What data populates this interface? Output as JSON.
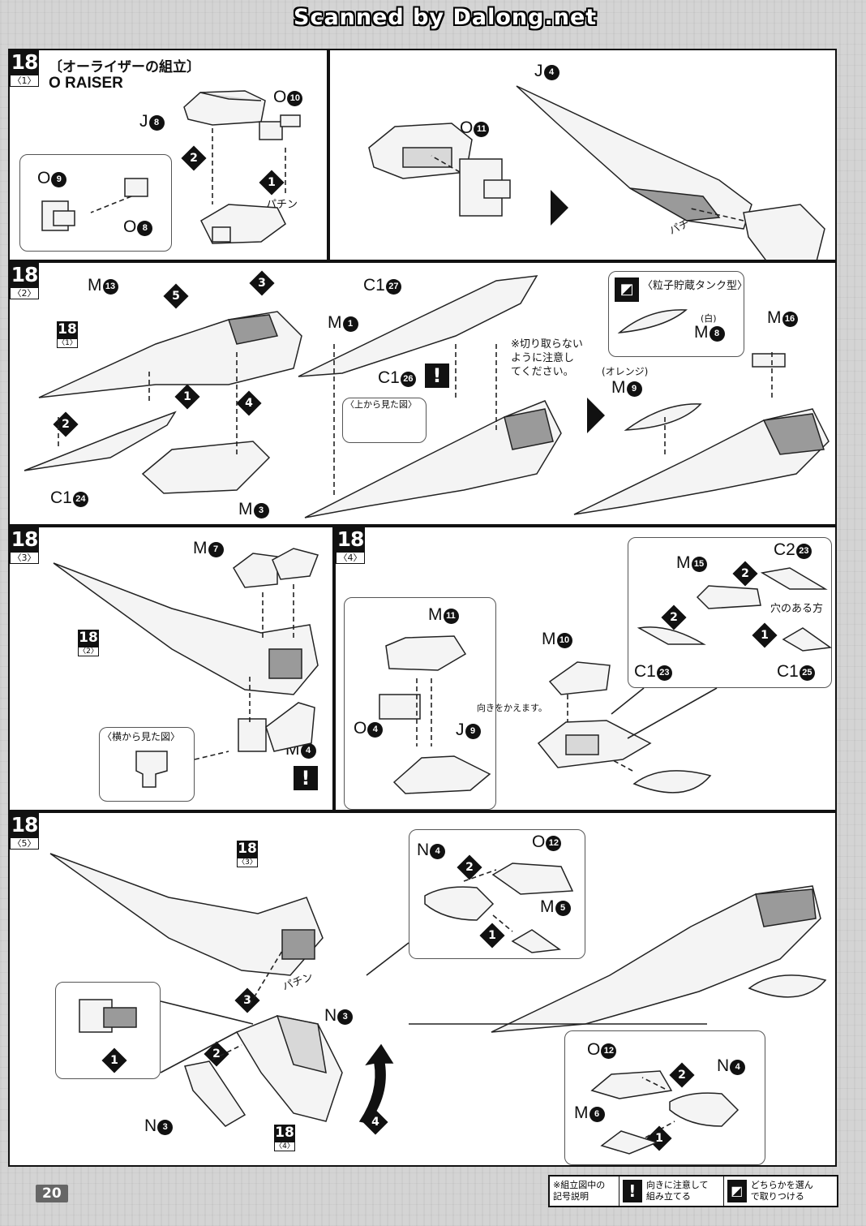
{
  "watermark": "Scanned by Dalong.net",
  "page_number": "20",
  "step1": {
    "step_num": "18",
    "sub_num": "〈1〉",
    "title_jp": "〔オーライザーの組立〕",
    "title_en": "O RAISER",
    "labels": [
      "J",
      "O",
      "O",
      "O",
      "O"
    ],
    "label_nums": [
      "8",
      "10",
      "9",
      "8",
      "11"
    ],
    "sub_labels": [
      "J",
      "4"
    ],
    "sound": "パチン",
    "sound2": "パチ"
  },
  "step2": {
    "step_num": "18",
    "sub_num": "〈2〉",
    "ref": {
      "num": "18",
      "sub": "〈1〉"
    },
    "labels": {
      "m13": "M",
      "m13n": "13",
      "c124": "C1",
      "c124n": "24",
      "m3": "M",
      "m3n": "3",
      "c127": "C1",
      "c127n": "27",
      "m1": "M",
      "m1n": "1",
      "c126": "C1",
      "c126n": "26",
      "m8": "M",
      "m8n": "8",
      "m9": "M",
      "m9n": "9",
      "m16": "M",
      "m16n": "16"
    },
    "note_cut": "※切り取らない\nように注意し\nてください。",
    "inset_top_view": "〈上から見た図〉",
    "tank_type": "〈粒子貯蔵タンク型〉",
    "white": "(白)",
    "orange": "(オレンジ)"
  },
  "step3": {
    "step_num": "18",
    "sub_num": "〈3〉",
    "ref": {
      "num": "18",
      "sub": "〈2〉"
    },
    "m7": "M",
    "m7n": "7",
    "m4": "M",
    "m4n": "4",
    "side_view": "〈横から見た図〉"
  },
  "step4": {
    "step_num": "18",
    "sub_num": "〈4〉",
    "m11": "M",
    "m11n": "11",
    "o4": "O",
    "o4n": "4",
    "j9": "J",
    "j9n": "9",
    "m10": "M",
    "m10n": "10",
    "turn_note": "向きをかえます。",
    "m15": "M",
    "m15n": "15",
    "c223": "C2",
    "c223n": "23",
    "c123": "C1",
    "c123n": "23",
    "c125": "C1",
    "c125n": "25",
    "hole_side": "穴のある方"
  },
  "step5": {
    "step_num": "18",
    "sub_num": "〈5〉",
    "ref_top": {
      "num": "18",
      "sub": "〈3〉"
    },
    "ref_bottom": {
      "num": "18",
      "sub": "〈4〉"
    },
    "sound": "パチン",
    "n3a": "N",
    "n3an": "3",
    "n3b": "N",
    "n3bn": "3",
    "n4a": "N",
    "n4an": "4",
    "o12a": "O",
    "o12an": "12",
    "m5": "M",
    "m5n": "5",
    "o12b": "O",
    "o12bn": "12",
    "n4b": "N",
    "n4bn": "4",
    "m6": "M",
    "m6n": "6"
  },
  "legend": {
    "title": "※組立図中の\n記号説明",
    "item1": "向きに注意して\n組み立てる",
    "item2": "どちらかを選ん\nで取りつける"
  }
}
